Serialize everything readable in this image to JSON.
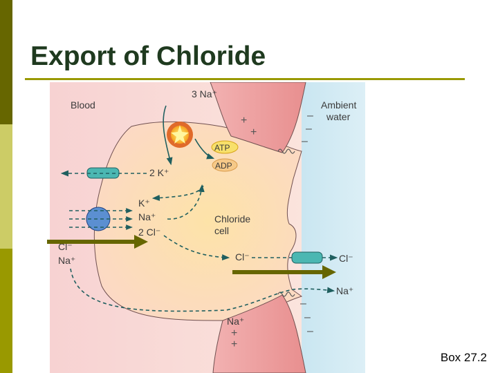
{
  "slide": {
    "title": "Export of Chloride",
    "caption": "Box 27.2",
    "colors": {
      "sidebar_dark": "#666600",
      "sidebar_light": "#cccc66",
      "rule": "#999900",
      "arrow": "#666600",
      "dashed_arrow": "#1f5f5f"
    }
  },
  "diagram": {
    "blood_label": "Blood",
    "ambient_line1": "Ambient",
    "ambient_line2": "water",
    "top_pump_ion": "3 Na⁺",
    "atp": "ATP",
    "adp": "ADP",
    "k_out": "2 K⁺",
    "cotransport_k": "K⁺",
    "cotransport_na": "Na⁺",
    "cotransport_cl": "2 Cl⁻",
    "cell_line1": "Chloride",
    "cell_line2": "cell",
    "cl_left": "Cl⁻",
    "na_left": "Na⁺",
    "cl_inside": "Cl⁻",
    "cl_out": "Cl⁻",
    "na_out": "Na⁺",
    "na_bottom": "Na⁺",
    "plus": "+",
    "minus": "–"
  }
}
